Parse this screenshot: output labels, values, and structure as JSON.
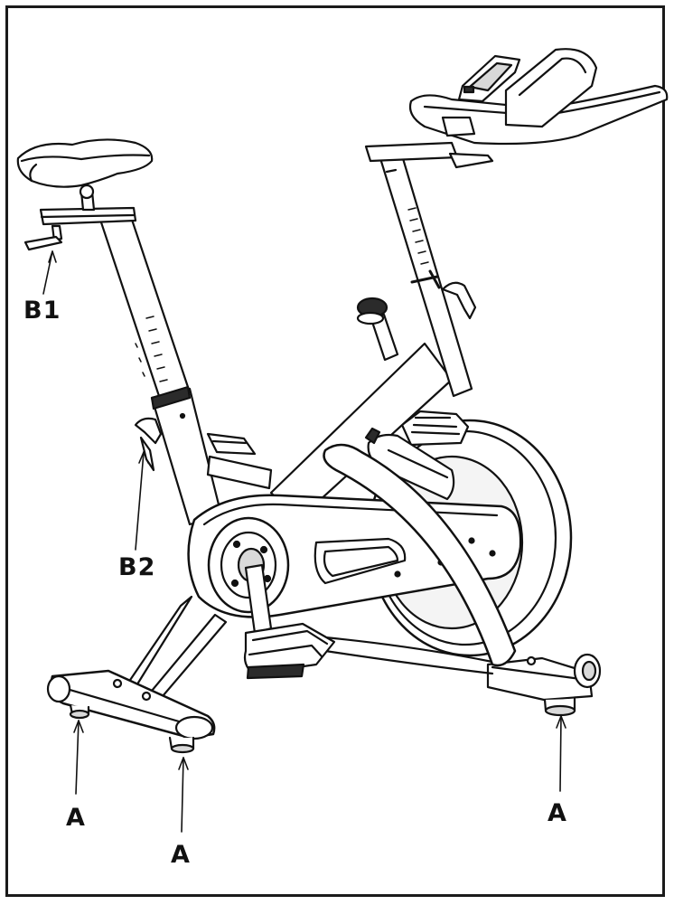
{
  "figure": {
    "labels": {
      "seat_height_lever": "B1",
      "seat_post_lever": "B2",
      "front_left_foot": "A",
      "front_right_foot": "A",
      "rear_foot": "A"
    }
  },
  "colors": {
    "line": "#111111",
    "fill": "#ffffff",
    "shade": "#d9d9d9",
    "dark": "#2b2b2b"
  }
}
